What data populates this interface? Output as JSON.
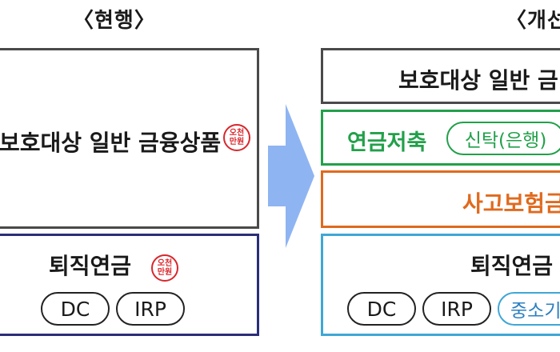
{
  "current": {
    "heading": "〈현행〉",
    "general_products": "보호대상 일반 금융상품",
    "general_limit_line1": "오천",
    "general_limit_line2": "만원",
    "pension_title": "퇴직연금",
    "pension_limit_line1": "오천",
    "pension_limit_line2": "만원",
    "pension_types": [
      "DC",
      "IRP"
    ]
  },
  "improved": {
    "heading": "〈개선",
    "general_products": "보호대상 일반 금",
    "pension_savings": "연금저축",
    "trust_label": "신탁(은행)",
    "accident_insurance": "사고보험금",
    "pension_title": "퇴직연금",
    "pension_types": [
      "DC",
      "IRP"
    ],
    "sme_fund": "중소기"
  },
  "colors": {
    "arrow": "#8fb4f2",
    "green": "#22a04a",
    "orange": "#e06a1e",
    "navy": "#2b2d7a",
    "sky": "#3fa7d6",
    "seal_red": "#d9262c"
  }
}
